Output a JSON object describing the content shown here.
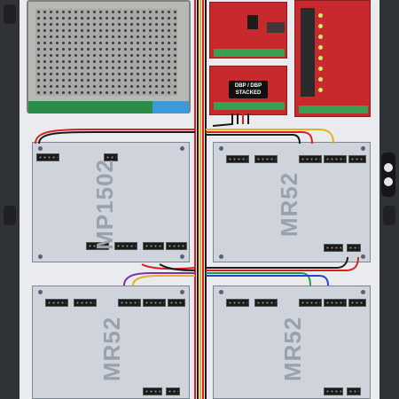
{
  "enclosure": {
    "dbp_label_line1": "DBP / DBP",
    "dbp_label_line2": "STACKED",
    "panels": [
      {
        "label": "MP1502"
      },
      {
        "label": "MR52"
      },
      {
        "label": "MR52"
      },
      {
        "label": "MR52"
      }
    ]
  },
  "colors": {
    "enclosure": "#3a3d42",
    "board": "#c8292d",
    "panel": "#cfd4dc",
    "psu": "#b7b9b5"
  }
}
